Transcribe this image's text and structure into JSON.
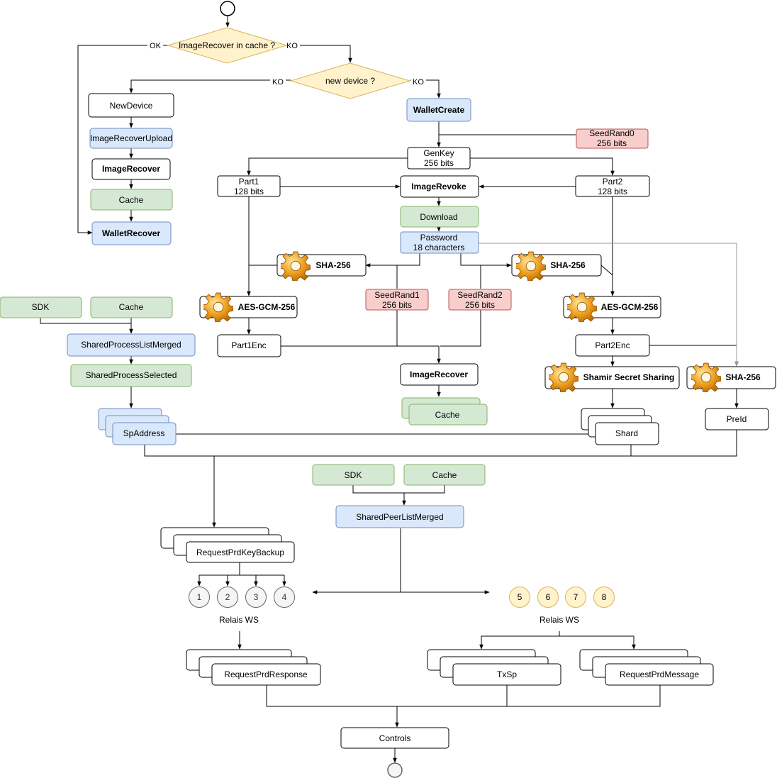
{
  "colors": {
    "white_fill": "#ffffff",
    "white_stroke": "#000000",
    "blue_fill": "#dae8fc",
    "blue_stroke": "#6c8ebf",
    "green_fill": "#d5e8d4",
    "green_stroke": "#82b366",
    "red_fill": "#f8cecc",
    "red_stroke": "#b85450",
    "yellow_fill": "#fff2cc",
    "yellow_stroke": "#d6b656",
    "gray_fill": "#f5f5f5",
    "gray_stroke": "#666666",
    "line": "#000000",
    "gray_line": "#999999"
  },
  "icons": {
    "gear": "gear-icon"
  },
  "decisions": {
    "cache": "ImageRecover in cache ?",
    "device": "new device ?"
  },
  "edge_labels": {
    "ok": "OK",
    "ko": "KO"
  },
  "nodes": {
    "new_device": "NewDevice",
    "image_recover_upload": "ImageRecoverUpload",
    "image_recover_left": "ImageRecover",
    "cache_left": "Cache",
    "wallet_recover": "WalletRecover",
    "wallet_create": "WalletCreate",
    "seed_rand0_l1": "SeedRand0",
    "seed_rand0_l2": "256 bits",
    "genkey_l1": "GenKey",
    "genkey_l2": "256 bits",
    "part1_l1": "Part1",
    "part1_l2": "128 bits",
    "part2_l1": "Part2",
    "part2_l2": "128 bits",
    "image_revoke": "ImageRevoke",
    "download": "Download",
    "password_l1": "Password",
    "password_l2": "18 characters",
    "sha_left": "SHA-256",
    "sha_right": "SHA-256",
    "sha_far": "SHA-256",
    "seed_rand1_l1": "SeedRand1",
    "seed_rand1_l2": "256 bits",
    "seed_rand2_l1": "SeedRand2",
    "seed_rand2_l2": "256 bits",
    "aes_left": "AES-GCM-256",
    "aes_right": "AES-GCM-256",
    "part1enc": "Part1Enc",
    "part2enc": "Part2Enc",
    "image_recover_mid": "ImageRecover",
    "cache_mid": "Cache",
    "shamir": "Shamir Secret Sharing",
    "shard": "Shard",
    "preid": "PreId",
    "sdk_left": "SDK",
    "cache_sdk_left": "Cache",
    "shared_process_list_merged": "SharedProcessListMerged",
    "shared_process_selected": "SharedProcessSelected",
    "sp_address": "SpAddress",
    "sdk_mid": "SDK",
    "cache_sdk_mid": "Cache",
    "shared_peer_list_merged": "SharedPeerListMerged",
    "request_prd_key_backup": "RequestPrdKeyBackup",
    "relais_left": "Relais WS",
    "relais_right": "Relais WS",
    "request_prd_response": "RequestPrdResponse",
    "txsp": "TxSp",
    "request_prd_message": "RequestPrdMessage",
    "controls": "Controls"
  },
  "relays_left": [
    "1",
    "2",
    "3",
    "4"
  ],
  "relays_right": [
    "5",
    "6",
    "7",
    "8"
  ]
}
